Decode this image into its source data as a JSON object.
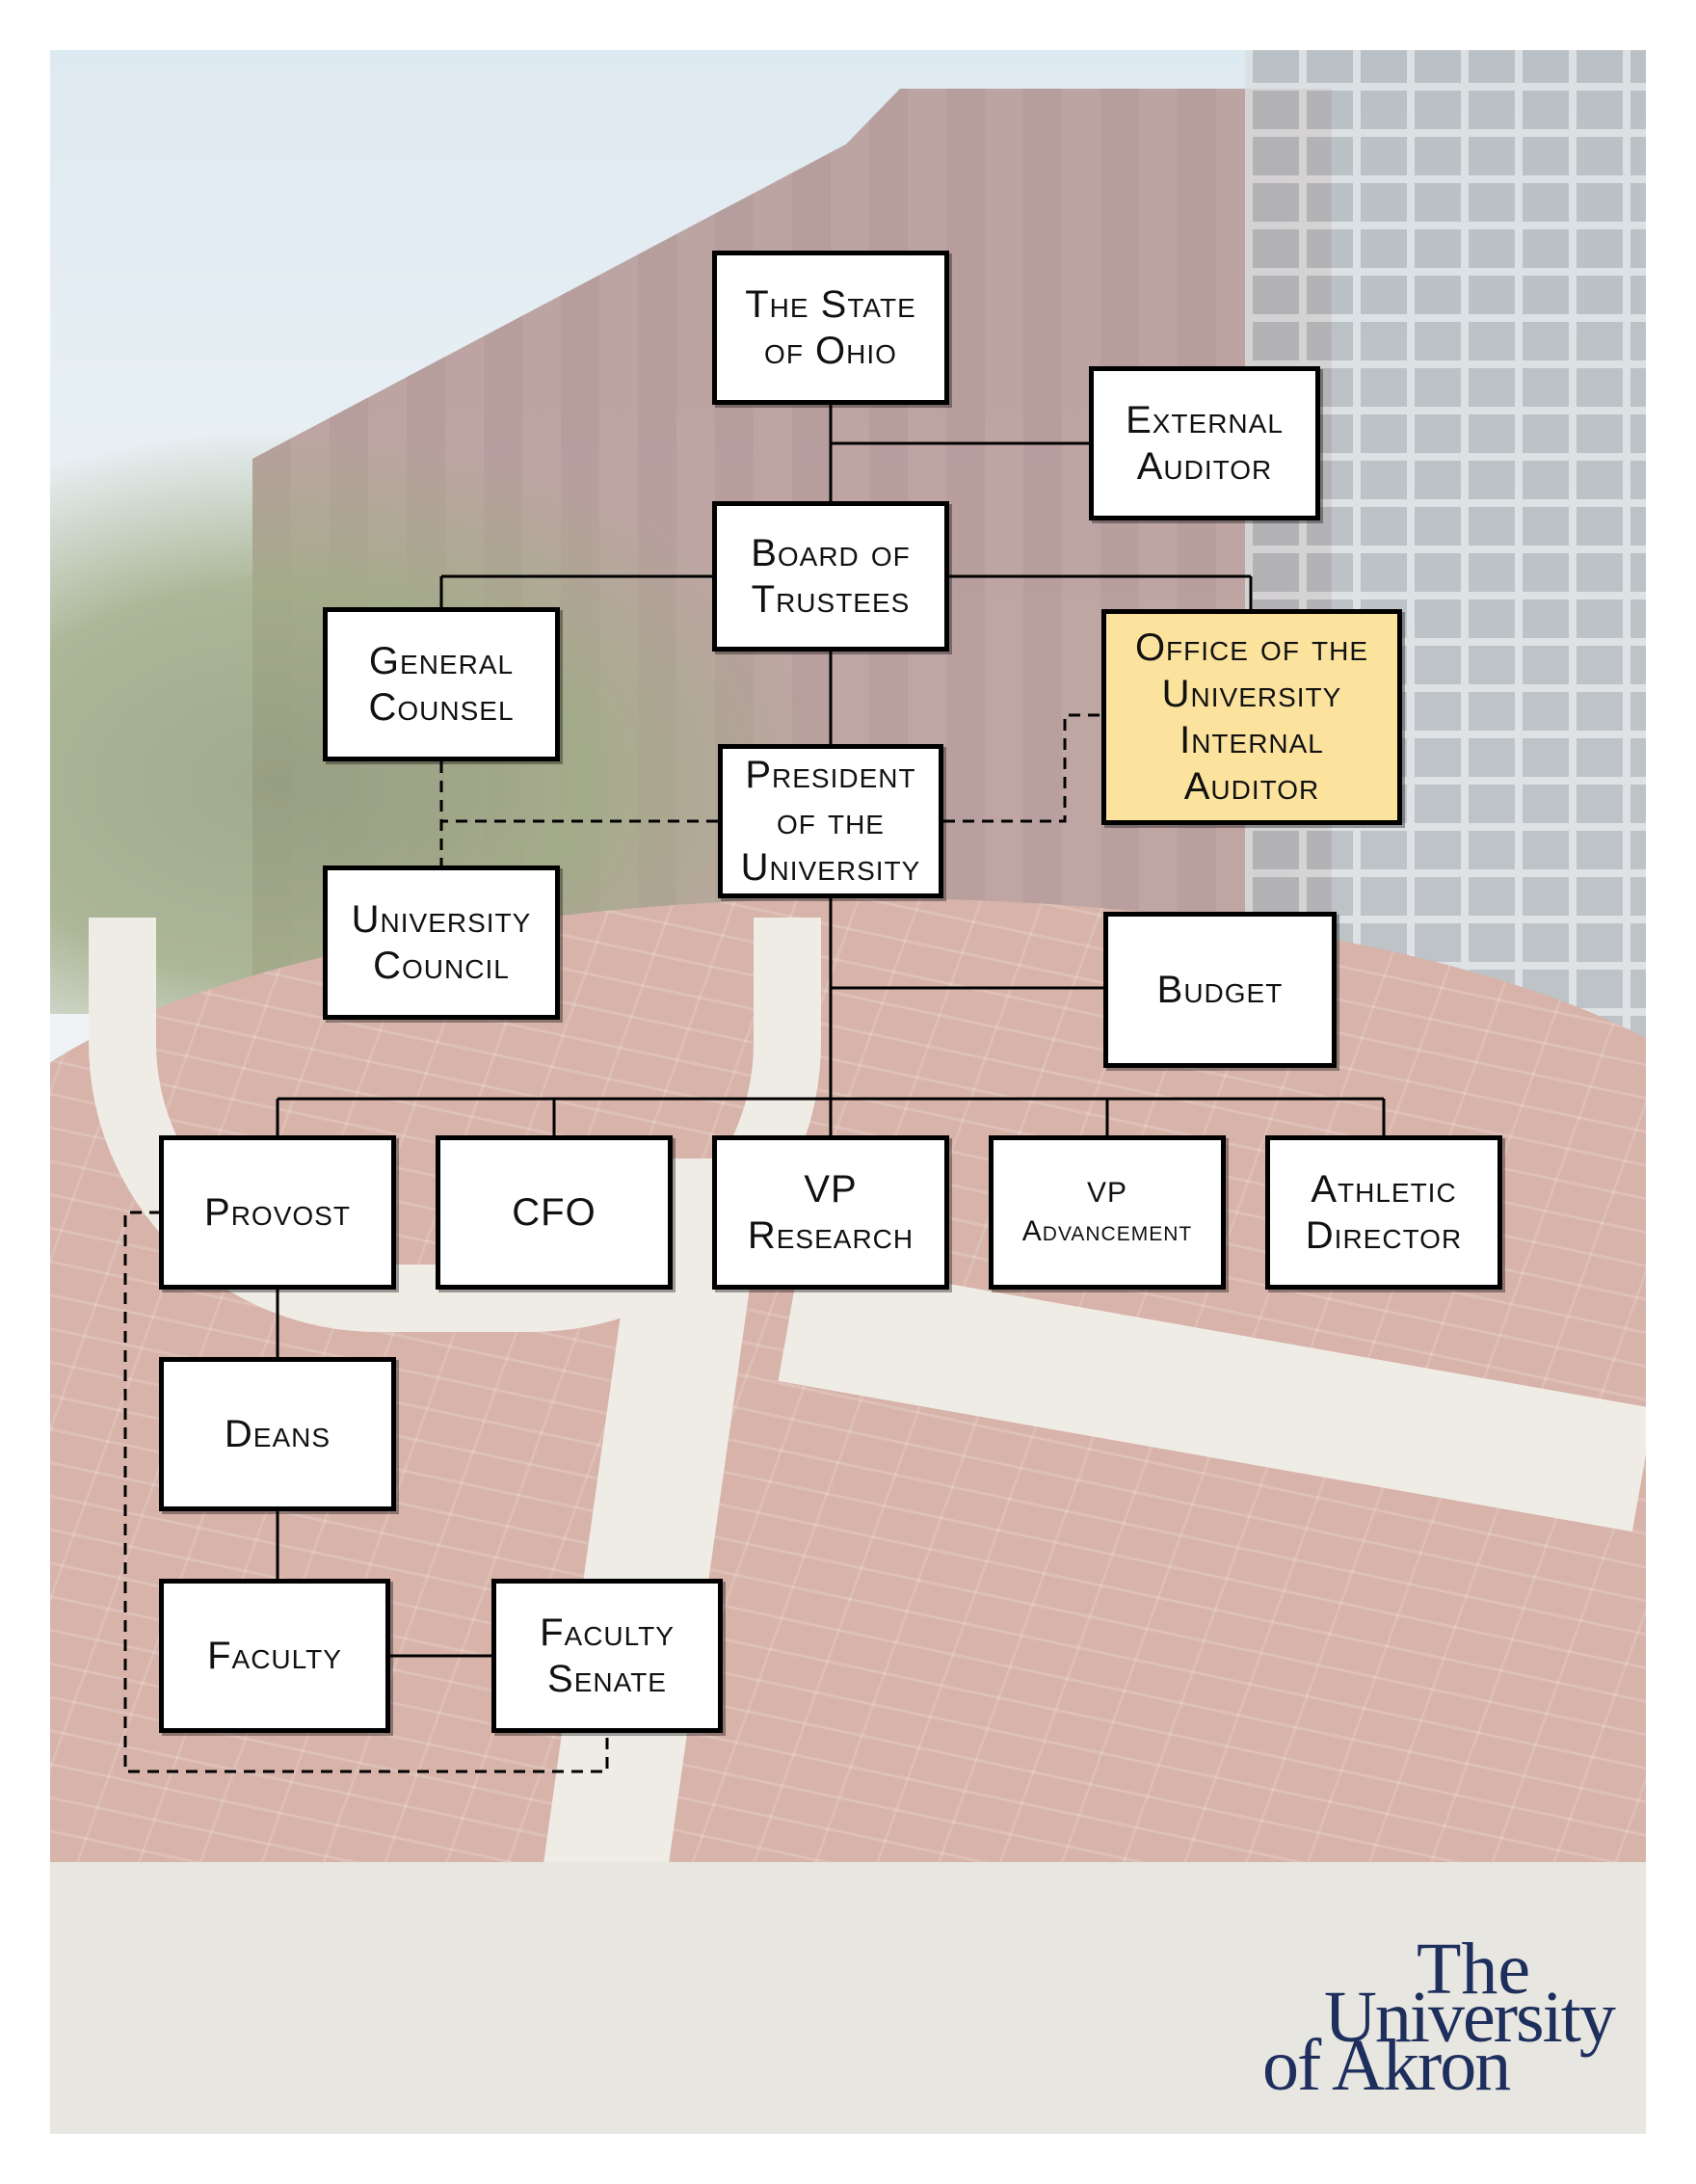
{
  "nodes": {
    "state_of_ohio": "The State\nof Ohio",
    "external_auditor": "External\nAuditor",
    "board_of_trustees": "Board of\nTrustees",
    "general_counsel": "General\nCounsel",
    "internal_auditor": "Office of the\nUniversity\nInternal\nAuditor",
    "president": "President\nof the\nUniversity",
    "university_council": "University\nCouncil",
    "budget": "Budget",
    "provost": "Provost",
    "cfo": "CFO",
    "vp_research": "VP\nResearch",
    "vp_advancement": "VP\nAdvancement",
    "athletic_director": "Athletic\nDirector",
    "deans": "Deans",
    "faculty": "Faculty",
    "faculty_senate": "Faculty\nSenate"
  },
  "logo": {
    "line1": "The",
    "line2": "University",
    "line3": "of Akron"
  },
  "colors": {
    "highlight": "#fbe29d",
    "logo": "#1e2f5e"
  }
}
